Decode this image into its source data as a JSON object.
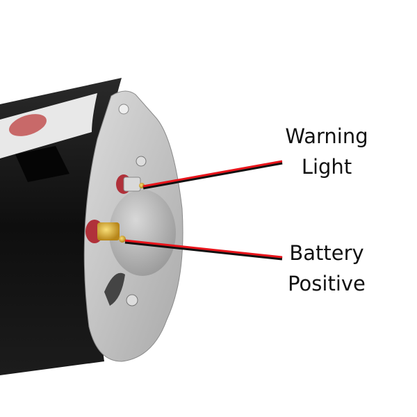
{
  "callouts": {
    "warning_light": {
      "line1": "Warning",
      "line2": "Light"
    },
    "battery_positive": {
      "line1": "Battery",
      "line2": "Positive"
    }
  },
  "colors": {
    "wire_red": "#e8141b",
    "wire_black": "#111111",
    "housing": "#c9c9c9",
    "body": "#161616",
    "terminal_brass": "#d4a62a"
  }
}
